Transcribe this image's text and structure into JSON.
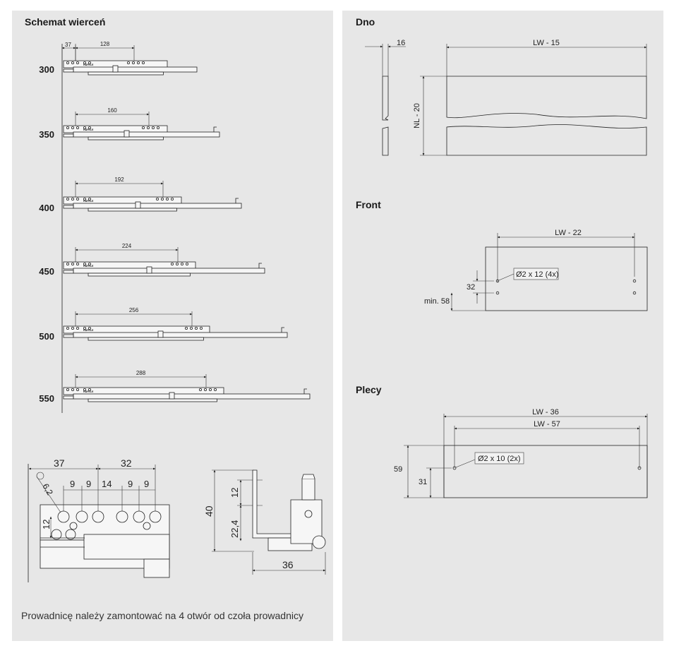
{
  "left": {
    "title": "Schemat wierceń",
    "top_dims": {
      "a": "37",
      "b": "128"
    },
    "rows": [
      {
        "size": "300",
        "dim": "128"
      },
      {
        "size": "350",
        "dim": "160"
      },
      {
        "size": "400",
        "dim": "192"
      },
      {
        "size": "450",
        "dim": "224"
      },
      {
        "size": "500",
        "dim": "256"
      },
      {
        "size": "550",
        "dim": "288"
      }
    ],
    "brand": "HÄFELE",
    "detail_front": {
      "d37": "37",
      "d32": "32",
      "d9a": "9",
      "d9b": "9",
      "d14": "14",
      "d9c": "9",
      "d9d": "9",
      "dia": "6,2",
      "d12": "12"
    },
    "detail_side": {
      "d40": "40",
      "d12": "12",
      "d22": "22,4",
      "d36": "36"
    },
    "note": "Prowadnicę należy zamontować na 4 otwór od czoła prowadnicy"
  },
  "dno": {
    "title": "Dno",
    "thickness": "16",
    "width": "LW - 15",
    "depth": "NL - 20"
  },
  "front": {
    "title": "Front",
    "width": "LW - 22",
    "holes": "Ø2 x 12 (4x)",
    "gap": "32",
    "min": "min. 58"
  },
  "plecy": {
    "title": "Plecy",
    "outer": "LW - 36",
    "inner": "LW - 57",
    "holes": "Ø2 x 10 (2x)",
    "height": "59",
    "hole_h": "31"
  }
}
